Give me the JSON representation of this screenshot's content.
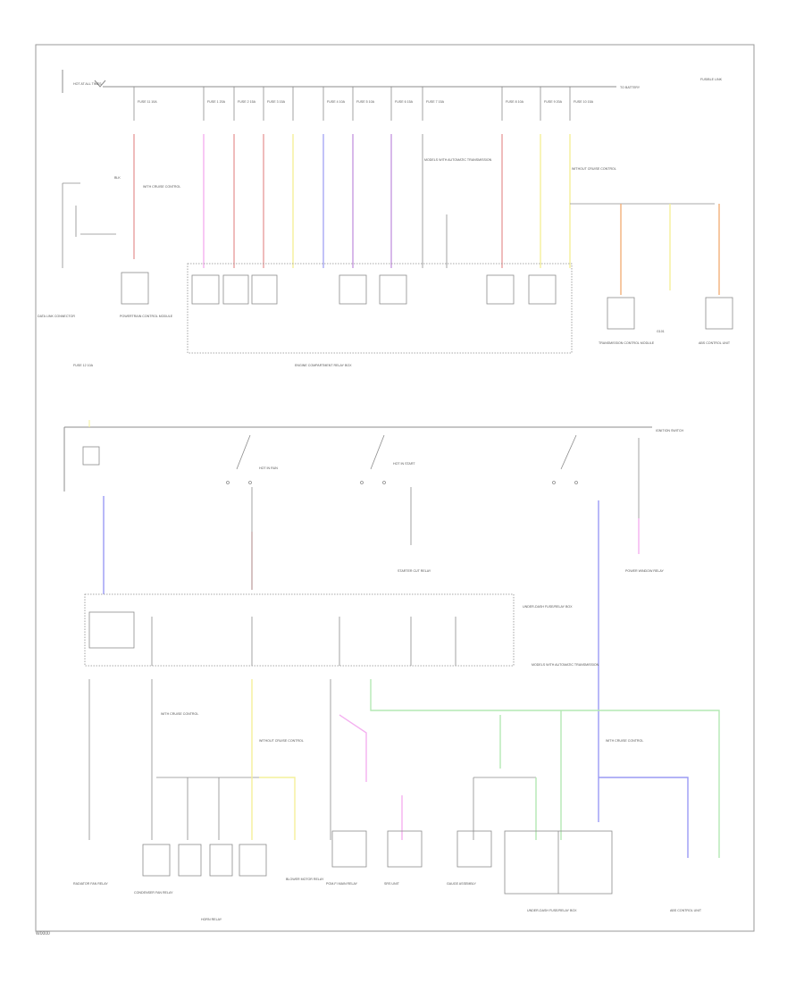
{
  "figure_id": "W0000",
  "colors": {
    "frame": "#9a9a9a",
    "wire": "#8c8c8c",
    "red": "#e8a0a0",
    "pink": "#f4b0f0",
    "yellow": "#f4f09a",
    "violet": "#a8a8f4",
    "purple": "#c89ae0",
    "orange": "#f2b07a",
    "green": "#b4e8b4",
    "blue": "#9a9af4",
    "brown": "#c4a8a8"
  },
  "labels": {
    "hot_at_all_times": "HOT AT ALL TIMES",
    "fusible_link": "FUSIBLE LINK",
    "fuse_11": "FUSE 11 10A",
    "fuse_1": "FUSE 1 20A",
    "fuse_2": "FUSE 2 15A",
    "fuse_3": "FUSE 3 15A",
    "fuse_4": "FUSE 4 10A",
    "fuse_5": "FUSE 5 10A",
    "fuse_6": "FUSE 6 15A",
    "fuse_7": "FUSE 7 15A",
    "fuse_8": "FUSE 8 10A",
    "fuse_9": "FUSE 9 20A",
    "fuse_10": "FUSE 10 15A",
    "fuse_12": "FUSE 12 10A",
    "to_battery": "TO BATTERY",
    "engine_relay_box": "ENGINE COMPARTMENT RELAY BOX",
    "fuse_junction_box": "UNDER-DASH FUSE/RELAY BOX",
    "ignition_switch": "IGNITION SWITCH",
    "data_link": "DATA LINK CONNECTOR",
    "abs_unit": "ABS CONTROL UNIT",
    "transmission_control": "TRANSMISSION CONTROL MODULE",
    "ground": "G101",
    "hot_in_run": "HOT IN RUN",
    "hot_in_start": "HOT IN START",
    "pcm": "POWERTRAIN CONTROL MODULE",
    "radiator_fan": "RADIATOR FAN RELAY",
    "condenser_fan": "CONDENSER FAN RELAY",
    "horn_relay": "HORN RELAY",
    "blower_relay": "BLOWER MOTOR RELAY",
    "starter_cut": "STARTER CUT RELAY",
    "ecm_relay": "PGM-FI MAIN RELAY",
    "srs_unit": "SRS UNIT",
    "gauge_assembly": "GAUGE ASSEMBLY",
    "power_window": "POWER WINDOW RELAY",
    "note_a": "WITH CRUISE CONTROL",
    "note_b": "WITHOUT CRUISE CONTROL",
    "note_c": "MODELS WITH AUTOMATIC TRANSMISSION"
  }
}
